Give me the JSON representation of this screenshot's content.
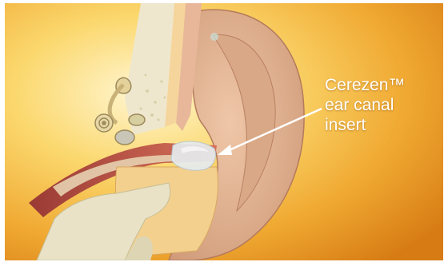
{
  "callout": {
    "lines": [
      "Cerezen™",
      "ear canal",
      "insert"
    ]
  },
  "colors": {
    "background_center": "#fff4c8",
    "background_mid": "#f6c04a",
    "background_edge": "#d97e12",
    "skin": "#e2b394",
    "bone": "#ece4c8",
    "cartilage": "#f4d6a0",
    "canal_tissue": "#c85a48",
    "insert": "#dfe6ea",
    "arrow": "#ffffff"
  }
}
